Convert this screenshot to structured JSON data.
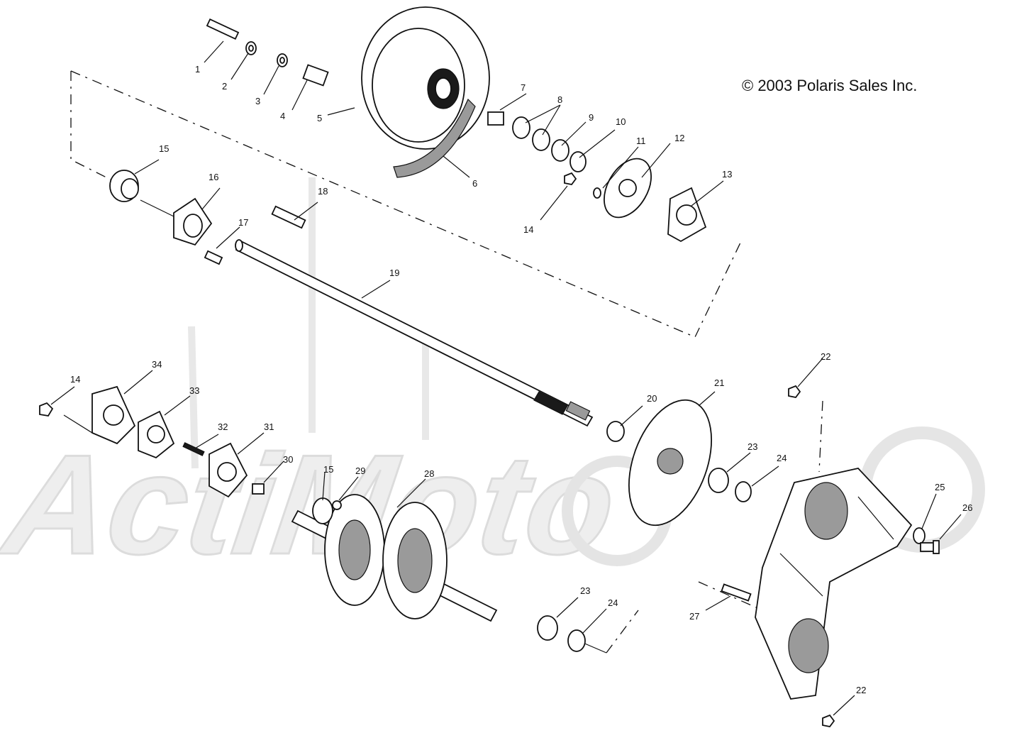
{
  "copyright": "© 2003 Polaris Sales Inc.",
  "watermark": "ActiMoto",
  "callouts": [
    "1",
    "2",
    "3",
    "4",
    "5",
    "6",
    "7",
    "8",
    "9",
    "10",
    "11",
    "12",
    "13",
    "14",
    "15",
    "16",
    "17",
    "18",
    "19",
    "20",
    "21",
    "22",
    "23",
    "24",
    "25",
    "26",
    "27",
    "28",
    "29",
    "30",
    "31",
    "32",
    "33",
    "34"
  ],
  "callouts_repeat": {
    "14": "14",
    "15": "15",
    "22": "22",
    "23": "23",
    "24": "24"
  }
}
